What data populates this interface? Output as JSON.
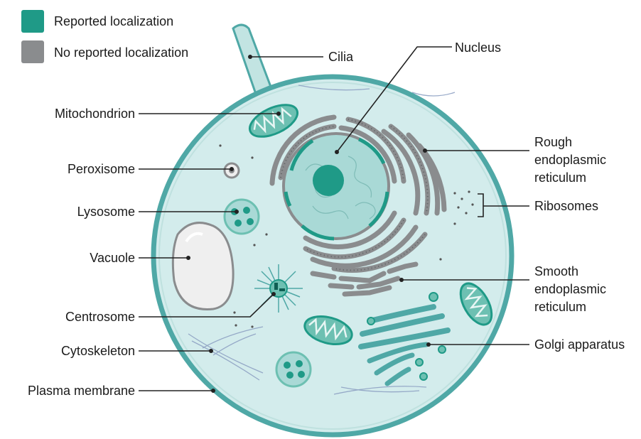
{
  "legend": {
    "items": [
      {
        "label": "Reported localization",
        "color": "#1f9a87"
      },
      {
        "label": "No reported localization",
        "color": "#8a8c8e"
      }
    ]
  },
  "colors": {
    "reported": "#1f9a87",
    "not_reported": "#8a8c8e",
    "cytoplasm": "#d3ecec",
    "membrane": "#4fa8a6",
    "nucleus_fill": "#a9d9d6",
    "organelle_fill": "#6dc0b2"
  },
  "labels": {
    "cilia": "Cilia",
    "nucleus": "Nucleus",
    "mitochondrion": "Mitochondrion",
    "rough_er_1": "Rough",
    "rough_er_2": "endoplasmic",
    "rough_er_3": "reticulum",
    "peroxisome": "Peroxisome",
    "ribosomes": "Ribosomes",
    "lysosome": "Lysosome",
    "vacuole": "Vacuole",
    "smooth_er_1": "Smooth",
    "smooth_er_2": "endoplasmic",
    "smooth_er_3": "reticulum",
    "centrosome": "Centrosome",
    "golgi": "Golgi apparatus",
    "cytoskeleton": "Cytoskeleton",
    "plasma_membrane": "Plasma membrane"
  }
}
